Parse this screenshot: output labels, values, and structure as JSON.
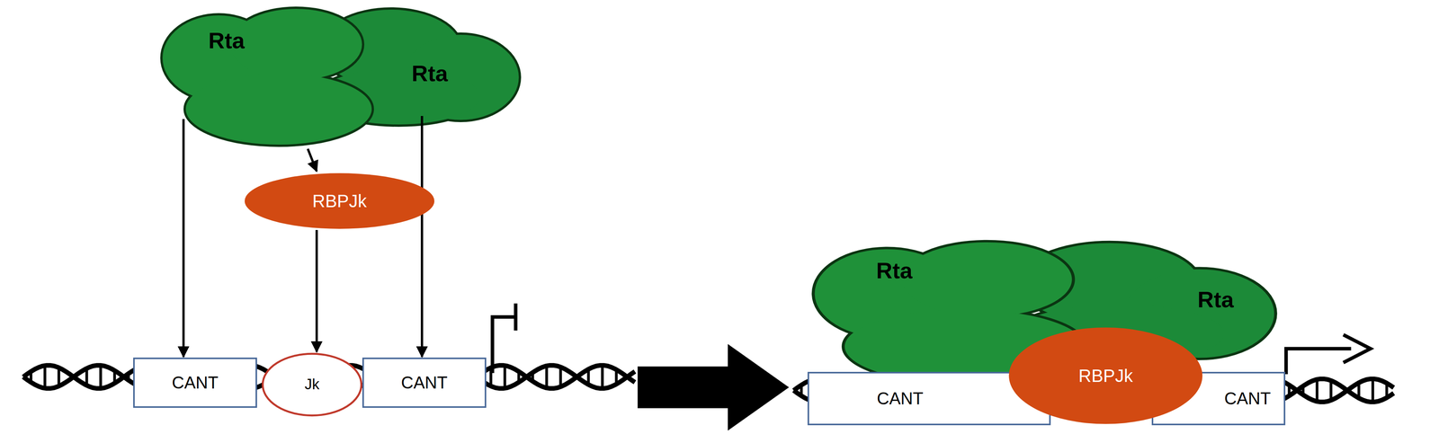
{
  "diagram": {
    "nodes": [
      {
        "text": [
          "Rta"
        ]
      },
      {
        "text": [
          "Rta"
        ]
      },
      {
        "text": [
          "RBPJk"
        ]
      },
      {
        "text": [
          "CANT"
        ]
      },
      {
        "text": [
          "Jk"
        ]
      },
      {
        "text": [
          "CANT"
        ]
      },
      {
        "text": [
          "Rta"
        ]
      },
      {
        "text": [
          "Rta"
        ]
      },
      {
        "text": [
          "RBPJk"
        ]
      },
      {
        "text": [
          "CANT"
        ]
      },
      {
        "text": [
          "CANT"
        ]
      }
    ],
    "edges": [
      {
        "from": 0,
        "to": 3,
        "arrow": "to"
      },
      {
        "from": 0,
        "to": 2,
        "arrow": "to"
      },
      {
        "from": 2,
        "to": 4,
        "arrow": "to"
      },
      {
        "from": 1,
        "to": 5,
        "arrow": "to"
      }
    ]
  }
}
